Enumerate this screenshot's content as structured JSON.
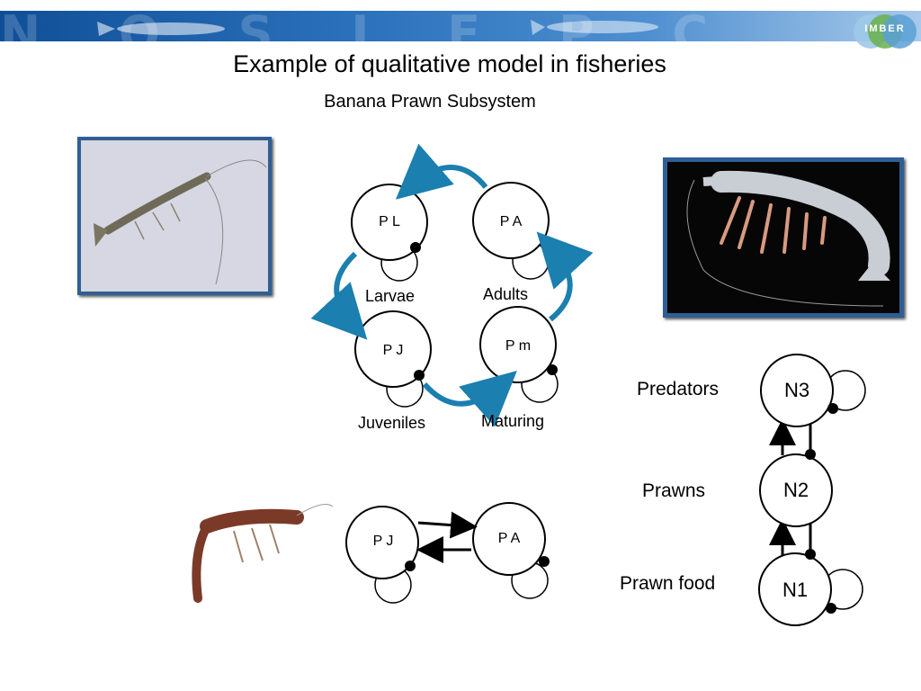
{
  "slide": {
    "title": "Example of qualitative model in fisheries",
    "subtitle": "Banana Prawn Subsystem"
  },
  "logo": {
    "text": "IMBER"
  },
  "photos": [
    {
      "name": "larval-prawn-photo"
    },
    {
      "name": "adult-prawn-photo"
    },
    {
      "name": "juvenile-prawn-photo"
    }
  ],
  "life_cycle": {
    "nodes": {
      "pl": "P L",
      "pa": "P A",
      "pj": "P J",
      "pm": "P m"
    },
    "labels": {
      "larvae": "Larvae",
      "adults": "Adults",
      "juveniles": "Juveniles",
      "maturing": "Maturing"
    }
  },
  "simple_model": {
    "nodes": {
      "pj": "P J",
      "pa": "P A"
    }
  },
  "food_chain": {
    "nodes": {
      "n3": "N3",
      "n2": "N2",
      "n1": "N1"
    },
    "labels": {
      "predators": "Predators",
      "prawns": "Prawns",
      "prawn_food": "Prawn food"
    }
  },
  "colors": {
    "cycle_arrow": "#1b7fb0",
    "banner": "#1d5ea8",
    "frame": "#2e5f94"
  }
}
